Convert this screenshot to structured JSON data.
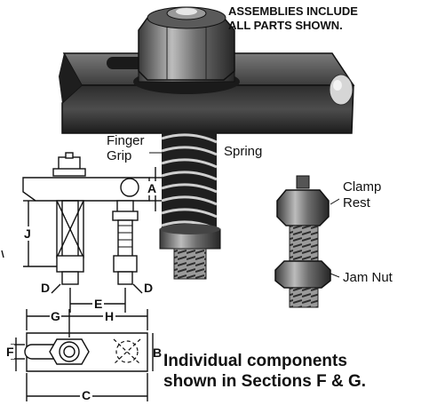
{
  "header": {
    "line1": "ASSEMBLIES INCLUDE",
    "line2": "ALL PARTS SHOWN."
  },
  "callouts": {
    "finger_grip_1": "Finger",
    "finger_grip_2": "Grip",
    "spring": "Spring",
    "clamp_rest_1": "Clamp",
    "clamp_rest_2": "Rest",
    "jam_nut": "Jam Nut"
  },
  "dimensions": {
    "a": "A",
    "b": "B",
    "c": "C",
    "d_left": "D",
    "d_right": "D",
    "e": "E",
    "f": "F",
    "g": "G",
    "h": "H",
    "j": "J"
  },
  "footer": {
    "line1": "Individual components",
    "line2": "shown in Sections F & G."
  },
  "colors": {
    "ink": "#111111",
    "metal_dark": "#2a2a2a",
    "metal_mid": "#6b6b6b",
    "metal_light": "#bdbdbd",
    "background": "#ffffff"
  }
}
